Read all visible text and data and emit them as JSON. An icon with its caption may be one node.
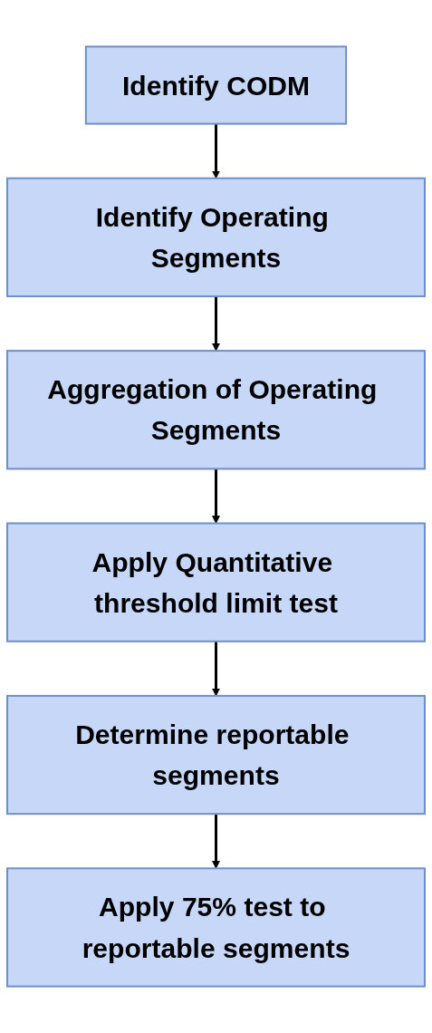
{
  "diagram": {
    "nodes": [
      {
        "text": [
          "Identify CODM"
        ]
      },
      {
        "text": [
          "Identify Operating Segments"
        ]
      },
      {
        "text": [
          "Aggregation of Operating Segments"
        ]
      },
      {
        "text": [
          "Apply Quantitative threshold limit test"
        ]
      },
      {
        "text": [
          "Determine reportable segments"
        ]
      },
      {
        "text": [
          "Apply 75% test to reportable segments"
        ]
      }
    ],
    "edges": [
      {
        "from": 0,
        "to": 1,
        "arrow": "to"
      },
      {
        "from": 1,
        "to": 2,
        "arrow": "to"
      },
      {
        "from": 2,
        "to": 3,
        "arrow": "to"
      },
      {
        "from": 3,
        "to": 4,
        "arrow": "to"
      },
      {
        "from": 4,
        "to": 5,
        "arrow": "to"
      }
    ]
  }
}
